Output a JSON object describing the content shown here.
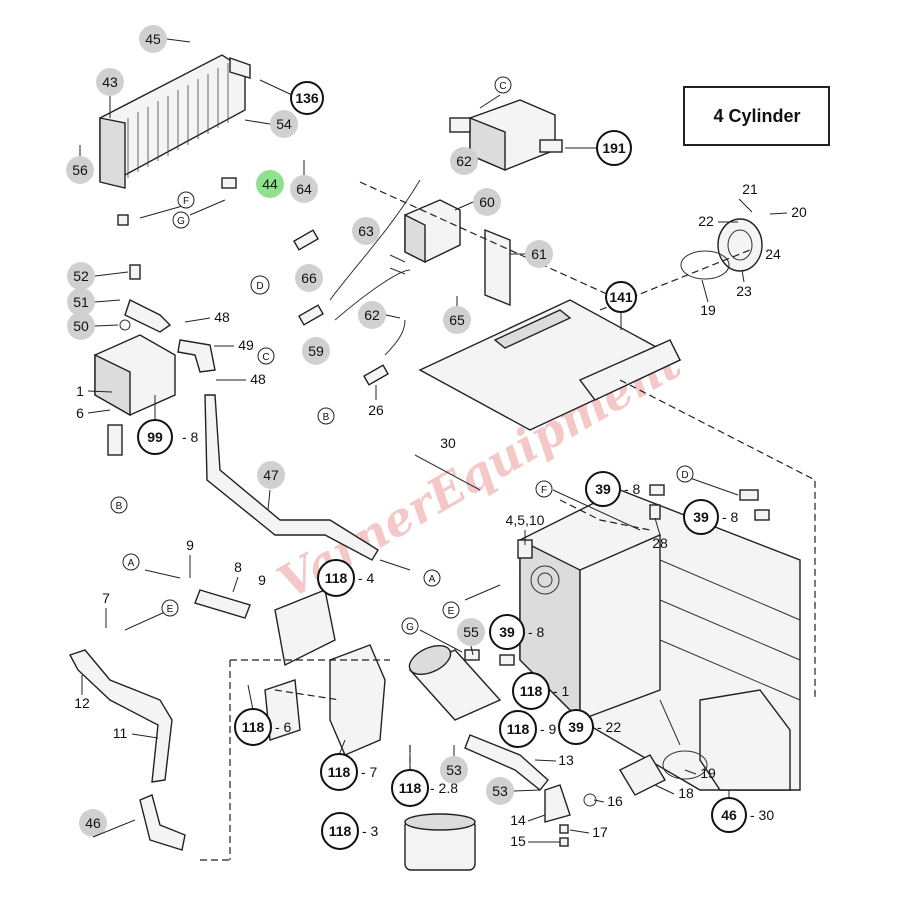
{
  "title_box": "4 Cylinder",
  "watermark": "VarnerEquipment",
  "callouts": {
    "c1": "1",
    "c6": "6",
    "c7": "7",
    "c8": "8",
    "c9a": "9",
    "c9b": "9",
    "c11": "11",
    "c12": "12",
    "c13": "13",
    "c14": "14",
    "c15": "15",
    "c16": "16",
    "c17": "17",
    "c18": "18",
    "c19a": "19",
    "c19b": "19",
    "c20": "20",
    "c21": "21",
    "c22": "22",
    "c23": "23",
    "c24": "24",
    "c26": "26",
    "c28": "28",
    "c30": "30",
    "c43": "43",
    "c44": "44",
    "c45": "45",
    "c46": "46",
    "c47": "47",
    "c48a": "48",
    "c48b": "48",
    "c49": "49",
    "c50": "50",
    "c51": "51",
    "c52": "52",
    "c53a": "53",
    "c53b": "53",
    "c54": "54",
    "c55": "55",
    "c56": "56",
    "c59": "59",
    "c60": "60",
    "c61": "61",
    "c62a": "62",
    "c62b": "62",
    "c63": "63",
    "c64": "64",
    "c65": "65",
    "c66": "66",
    "c4510": "4,5,10",
    "c136": "136",
    "c141": "141",
    "c191": "191",
    "c99": "99",
    "c99s": "- 8",
    "c118_4": "118",
    "c118_4s": "- 4",
    "c118_1": "118",
    "c118_1s": "- 1",
    "c118_6": "118",
    "c118_6s": "- 6",
    "c118_9": "118",
    "c118_9s": "- 9",
    "c118_7": "118",
    "c118_7s": "- 7",
    "c118_28": "118",
    "c118_28s": "- 2.8",
    "c118_3": "118",
    "c118_3s": "- 3",
    "c39a": "39",
    "c39as": "- 8",
    "c39b": "39",
    "c39bs": "- 8",
    "c39c": "39",
    "c39cs": "- 8",
    "c39d": "39",
    "c39ds": "- 22",
    "c46b": "46",
    "c46bs": "- 30"
  },
  "refs": {
    "A1": "A",
    "A2": "A",
    "B1": "B",
    "B2": "B",
    "C1": "C",
    "C2": "C",
    "D1": "D",
    "D2": "D",
    "E1": "E",
    "E2": "E",
    "F1": "F",
    "F2": "F",
    "G1": "G",
    "G2": "G"
  },
  "highlight_color": "#8ee28e",
  "watermark_color": "#f2b5b5"
}
